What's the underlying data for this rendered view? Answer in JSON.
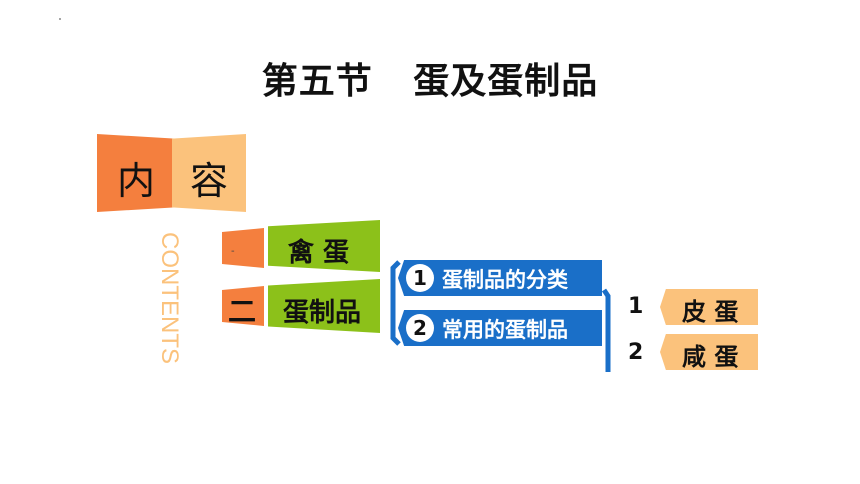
{
  "title": "第五节   蛋及蛋制品",
  "contents_header": {
    "char1": "内",
    "char2": "容",
    "vertical_text": "CONTENTS"
  },
  "sections": [
    {
      "marker": "-",
      "label": "禽 蛋"
    },
    {
      "marker": "二",
      "label": "蛋制品"
    }
  ],
  "subsections": [
    {
      "number": "1",
      "label": "蛋制品的分类"
    },
    {
      "number": "2",
      "label": "常用的蛋制品"
    }
  ],
  "items": [
    {
      "number": "1",
      "label": "皮 蛋"
    },
    {
      "number": "2",
      "label": "咸 蛋"
    }
  ],
  "colors": {
    "orange": "#f47f3e",
    "light_orange": "#fbc27c",
    "green": "#8cc11a",
    "blue": "#1a6fc8"
  }
}
